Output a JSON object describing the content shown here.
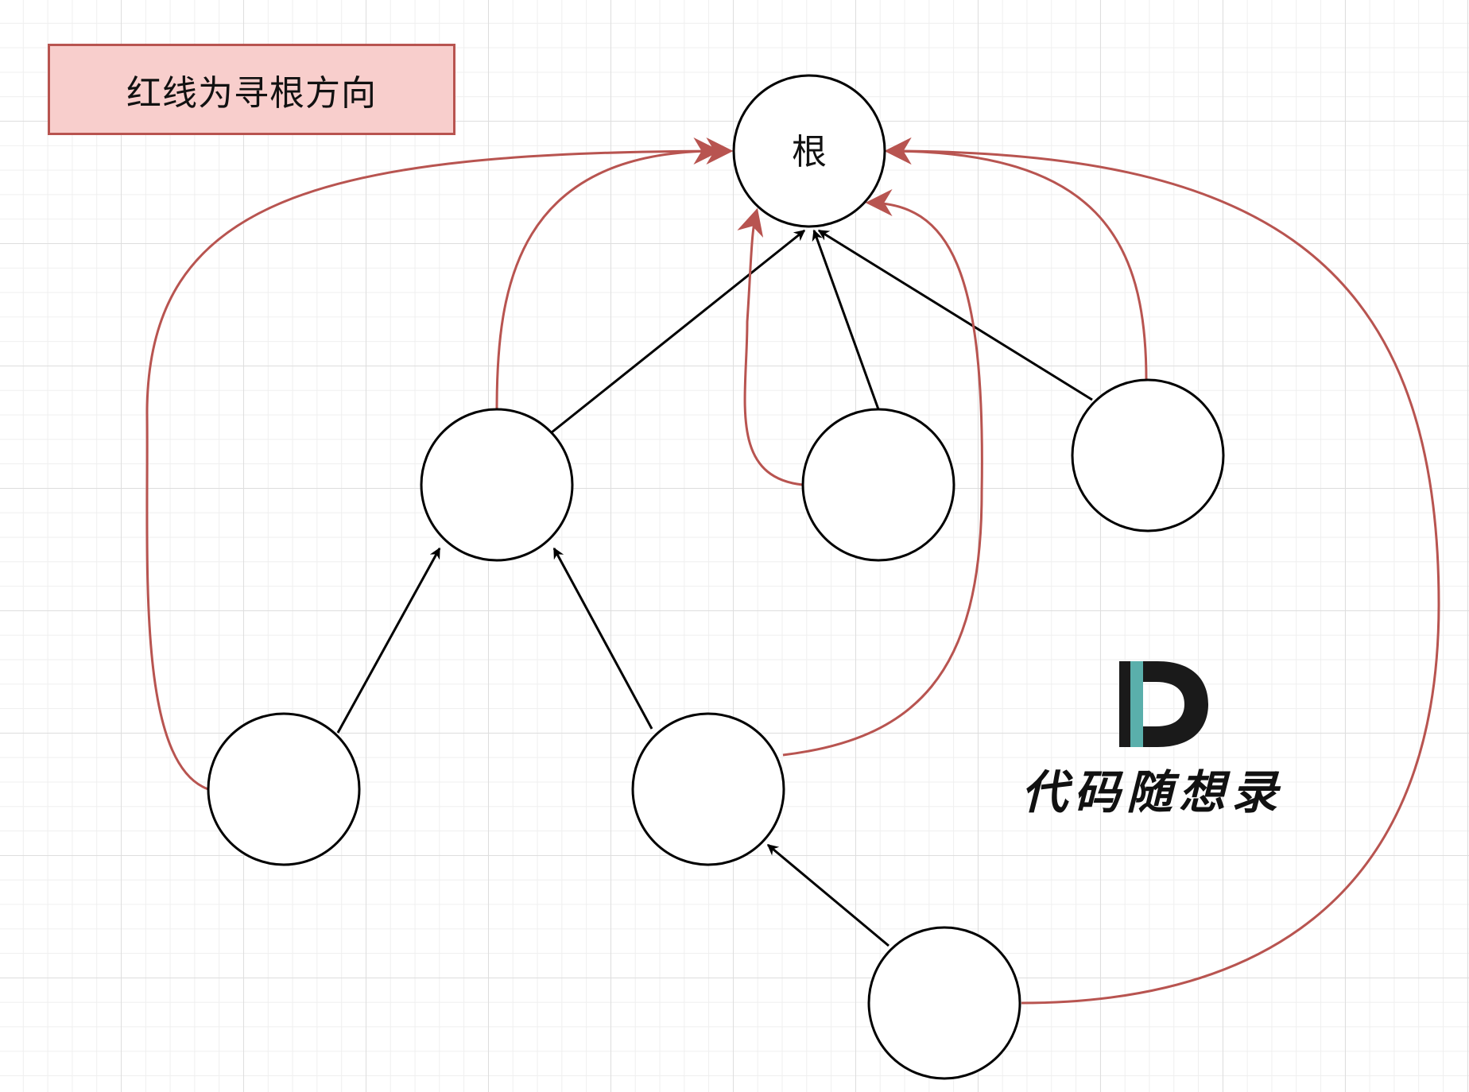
{
  "legend": {
    "text": "红线为寻根方向"
  },
  "root": {
    "label": "根"
  },
  "watermark": {
    "text": "代码随想录",
    "logo_letter": "D"
  },
  "colors": {
    "red_line": "#b85450",
    "legend_fill": "#f8cecc",
    "black_line": "#000000",
    "logo_teal": "#5aafab",
    "logo_dark": "#1a1a1a"
  }
}
